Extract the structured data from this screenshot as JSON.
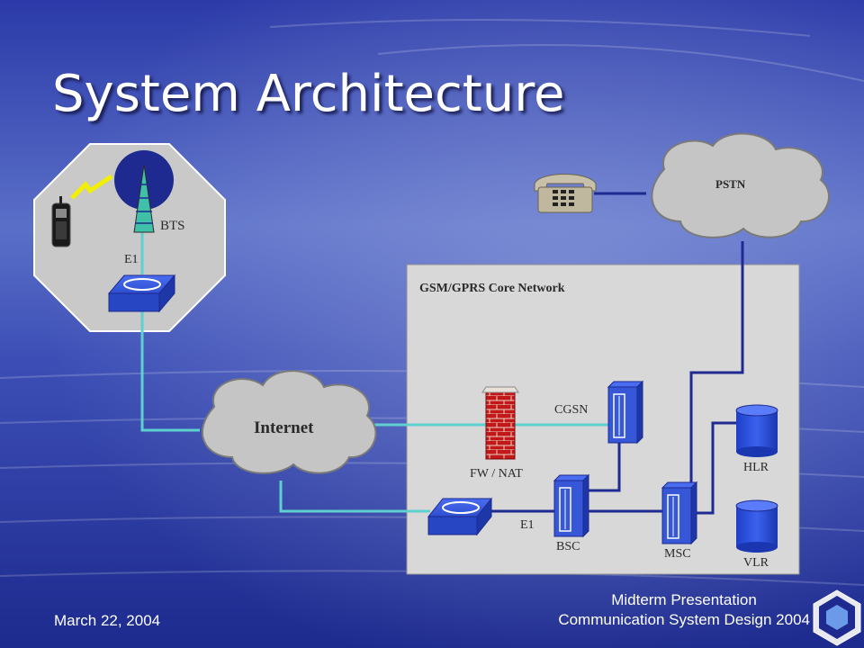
{
  "slide": {
    "title": "System Architecture",
    "footer_date": "March 22, 2004",
    "footer_line1": "Midterm Presentation",
    "footer_line2": "Communication System Design 2004"
  },
  "diagram": {
    "core_network_label": "GSM/GPRS Core Network",
    "nodes": {
      "bts": "BTS",
      "e1_top": "E1",
      "internet": "Internet",
      "pstn": "PSTN",
      "cgsn": "CGSN",
      "fw_nat": "FW / NAT",
      "e1_bottom": "E1",
      "bsc": "BSC",
      "msc": "MSC",
      "hlr": "HLR",
      "vlr": "VLR"
    }
  },
  "colors": {
    "link_cyan": "#5fd0d0",
    "link_blue": "#1e2a90",
    "core_bg": "#d8d8d8",
    "device_blue": "#3557d8"
  }
}
